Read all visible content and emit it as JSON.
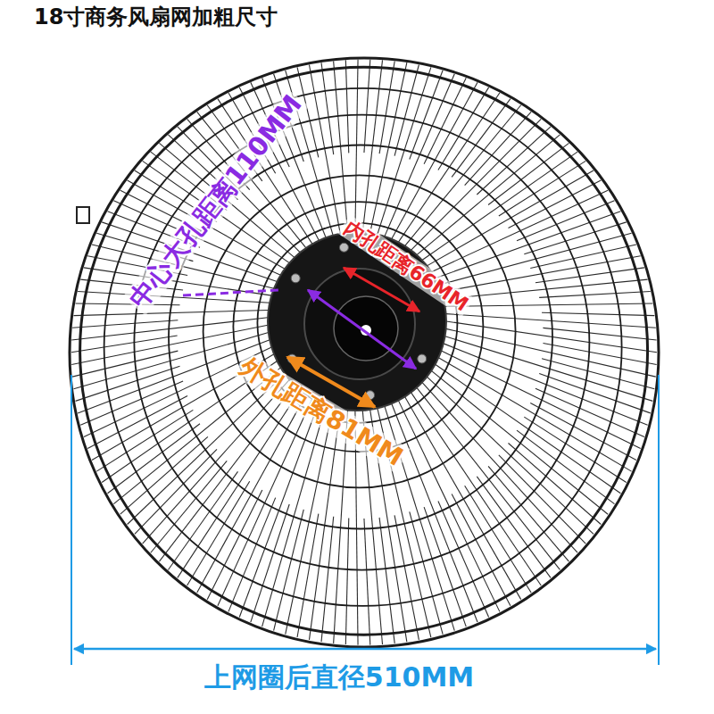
{
  "diagram": {
    "title": "18寸商务风扇网加粗尺寸",
    "labels": [
      "中心大孔距离110MM",
      "内孔距离66MM",
      "外孔距离81MM",
      "上网圈后直径510MM"
    ]
  }
}
